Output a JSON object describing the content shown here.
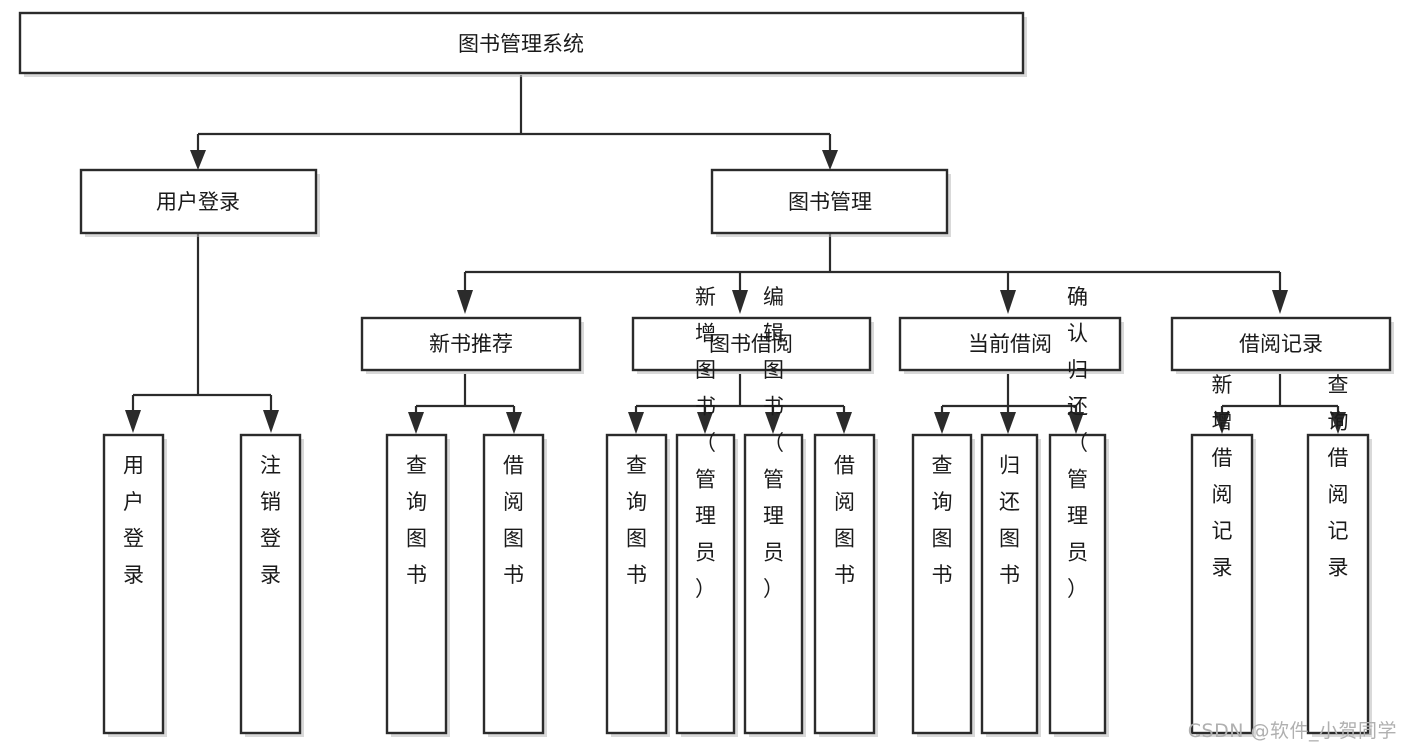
{
  "diagram": {
    "type": "tree",
    "title": "图书管理系统",
    "watermark": "CSDN @软件_小贺同学",
    "levels": {
      "root": {
        "label": "图书管理系统"
      },
      "level2": [
        {
          "label": "用户登录"
        },
        {
          "label": "图书管理"
        }
      ],
      "level3": [
        {
          "label": "新书推荐"
        },
        {
          "label": "图书借阅"
        },
        {
          "label": "当前借阅"
        },
        {
          "label": "借阅记录"
        }
      ],
      "leaves": [
        {
          "label": "用户登录",
          "parent": "用户登录"
        },
        {
          "label": "注销登录",
          "parent": "用户登录"
        },
        {
          "label": "查询图书",
          "parent": "新书推荐"
        },
        {
          "label": "借阅图书",
          "parent": "新书推荐"
        },
        {
          "label": "查询图书",
          "parent": "图书借阅"
        },
        {
          "label": "新增图书（管理员）",
          "parent": "图书借阅"
        },
        {
          "label": "编辑图书（管理员）",
          "parent": "图书借阅"
        },
        {
          "label": "借阅图书",
          "parent": "图书借阅"
        },
        {
          "label": "查询图书",
          "parent": "当前借阅"
        },
        {
          "label": "归还图书",
          "parent": "当前借阅"
        },
        {
          "label": "确认归还（管理员）",
          "parent": "当前借阅"
        },
        {
          "label": "新增借阅记录",
          "parent": "借阅记录"
        },
        {
          "label": "查询借阅记录",
          "parent": "借阅记录"
        }
      ]
    },
    "colors": {
      "box_stroke": "#2b2b2b",
      "box_fill": "#ffffff",
      "connector": "#2b2b2b",
      "text": "#1a1a1a",
      "watermark": "#b0b0b0",
      "background": "#ffffff"
    }
  }
}
